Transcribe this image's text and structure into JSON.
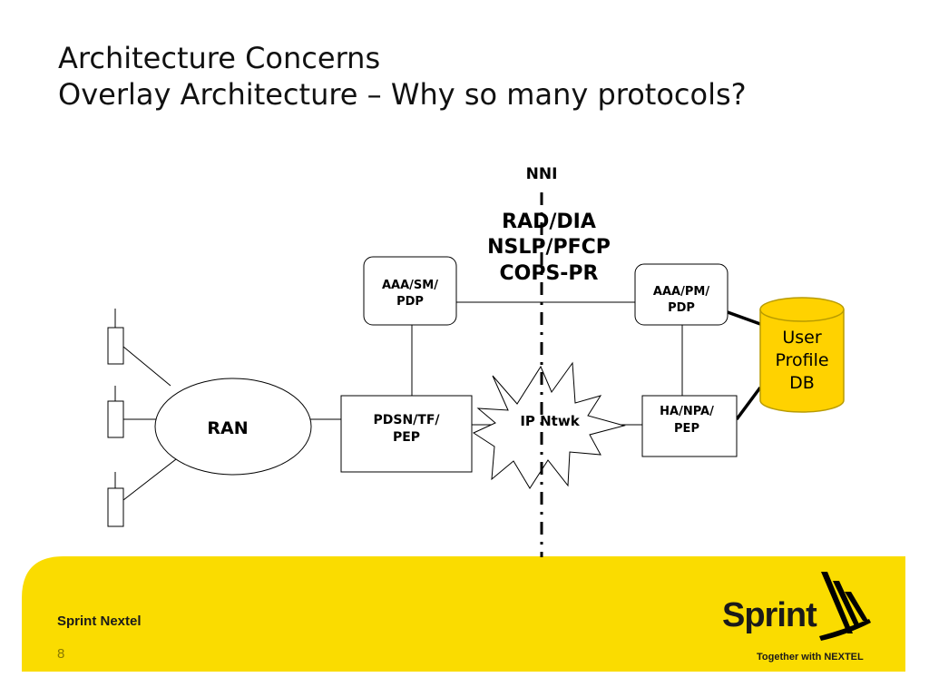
{
  "slide": {
    "title_line1": "Architecture Concerns",
    "title_line2": "Overlay Architecture – Why so many protocols?",
    "page_number": "8"
  },
  "diagram": {
    "nni_label": "NNI",
    "protocols": [
      "RAD/DIA",
      "NSLP/PFCP",
      "COPS-PR"
    ],
    "nodes": {
      "ran": "RAN",
      "aaa_sm": [
        "AAA/SM/",
        "PDP"
      ],
      "pdsn": [
        "PDSN/TF/",
        "PEP"
      ],
      "ip_ntwk": "IP Ntwk",
      "aaa_pm": [
        "AAA/PM/",
        "PDP"
      ],
      "ha_npa": [
        "HA/NPA/",
        "PEP"
      ],
      "user_db": [
        "User",
        "Profile",
        "DB"
      ]
    }
  },
  "footer": {
    "company": "Sprint Nextel",
    "logo_word": "Sprint",
    "tagline": "Together with NEXTEL"
  },
  "colors": {
    "footer_band": "#fadc00",
    "db_fill": "#ffd200",
    "db_stroke": "#b89b00"
  }
}
